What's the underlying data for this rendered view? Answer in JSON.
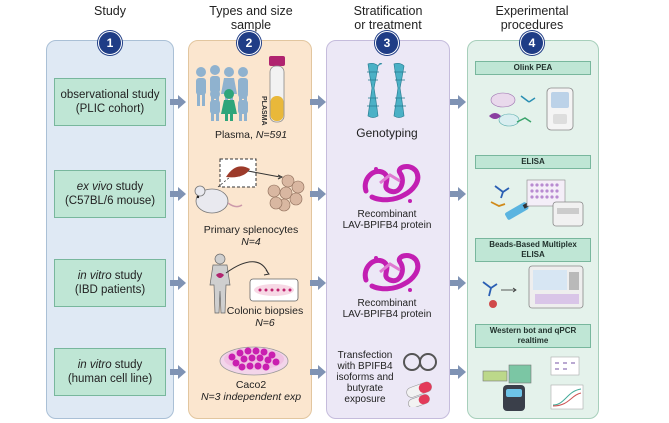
{
  "headers": {
    "study": "Study",
    "types_line1": "Types and size",
    "types_line2": "sample",
    "strat_line1": "Stratification",
    "strat_line2": "or treatment",
    "exp_line1": "Experimental",
    "exp_line2": "procedures"
  },
  "numbers": [
    "1",
    "2",
    "3",
    "4"
  ],
  "studies": [
    {
      "line1": "observational study",
      "line2": "(PLIC cohort)"
    },
    {
      "line1_italic": "ex vivo",
      "line1_rest": " study",
      "line2": "(C57BL/6 mouse)"
    },
    {
      "line1_italic": "in vitro",
      "line1_rest": " study",
      "line2": "(IBD patients)"
    },
    {
      "line1_italic": "in vitro",
      "line1_rest": " study",
      "line2": "(human cell line)"
    }
  ],
  "samples": {
    "plasma_tube_label": "PLASMA",
    "plasma": "Plasma, ",
    "plasma_n": "N=591",
    "splenocytes": "Primary splenocytes",
    "splenocytes_n": "N=4",
    "colonic": "Colonic biopsies",
    "colonic_n": "N=6",
    "caco2": "Caco2",
    "caco2_n": "N=3 independent exp"
  },
  "treatments": {
    "genotyping": "Genotyping",
    "recomb1_line1": "Recombinant",
    "recomb1_line2": "LAV-BPIFB4 protein",
    "recomb2_line1": "Recombinant",
    "recomb2_line2": "LAV-BPIFB4 protein",
    "transf_line1": "Transfection",
    "transf_line2": "with BPIFB4",
    "transf_line3": "isoforms and",
    "transf_line4": "butyrate",
    "transf_line5": "exposure"
  },
  "procedures": {
    "olink": "Olink PEA",
    "elisa": "ELISA",
    "beads_line1": "Beads-Based Multiplex",
    "beads_line2": "ELISA",
    "western_line1": "Western bot and qPCR",
    "western_line2": "realtime"
  },
  "colors": {
    "study_panel": "#dfe9f4",
    "sample_panel": "#fbe6cf",
    "treatment_panel": "#ece8f6",
    "procedure_panel": "#e4f2eb",
    "box_fill": "#bfe6d5",
    "number_badge": "#1f3d86",
    "arrow": "#7f93b4",
    "protein": "#c21fb2"
  }
}
